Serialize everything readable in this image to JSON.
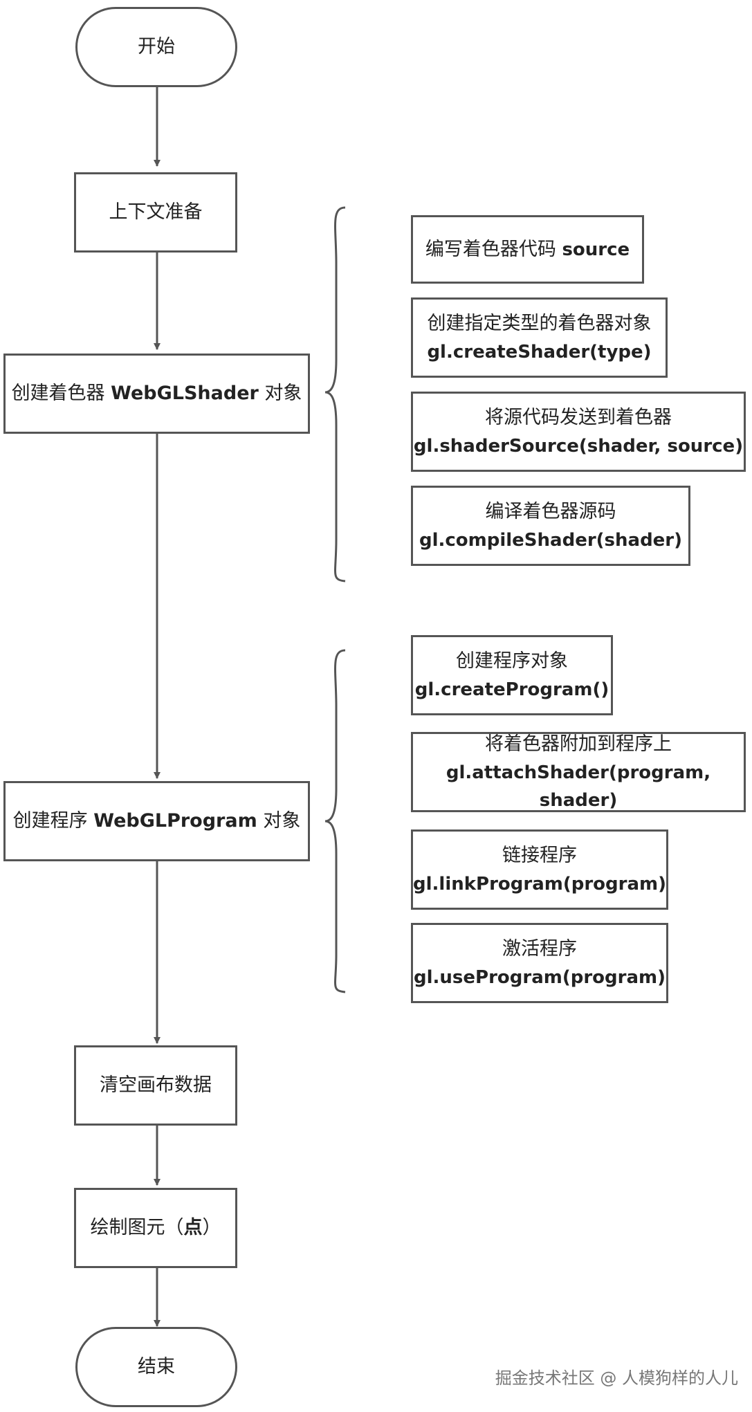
{
  "main_flow": {
    "start": "开始",
    "context": "上下文准备",
    "shader": {
      "prefix": "创建着色器 ",
      "bold": "WebGLShader",
      "suffix": " 对象"
    },
    "program": {
      "prefix": "创建程序 ",
      "bold": "WebGLProgram",
      "suffix": " 对象"
    },
    "clear": "清空画布数据",
    "draw": {
      "prefix": "绘制图元（",
      "bold": "点",
      "suffix": "）"
    },
    "end": "结束"
  },
  "shader_steps": [
    {
      "text": "编写着色器代码 ",
      "code": "source"
    },
    {
      "text": "创建指定类型的着色器对象",
      "code": "gl.createShader(type)"
    },
    {
      "text": "将源代码发送到着色器",
      "code": "gl.shaderSource(shader, source)"
    },
    {
      "text": "编译着色器源码",
      "code": "gl.compileShader(shader)"
    }
  ],
  "program_steps": [
    {
      "text": "创建程序对象",
      "code": "gl.createProgram()"
    },
    {
      "text": "将着色器附加到程序上",
      "code": "gl.attachShader(program, shader)"
    },
    {
      "text": "链接程序",
      "code": "gl.linkProgram(program)"
    },
    {
      "text": "激活程序",
      "code": "gl.useProgram(program)"
    }
  ],
  "watermark": "掘金技术社区 @ 人模狗样的人儿",
  "colors": {
    "stroke": "#555555",
    "text": "#222222"
  }
}
